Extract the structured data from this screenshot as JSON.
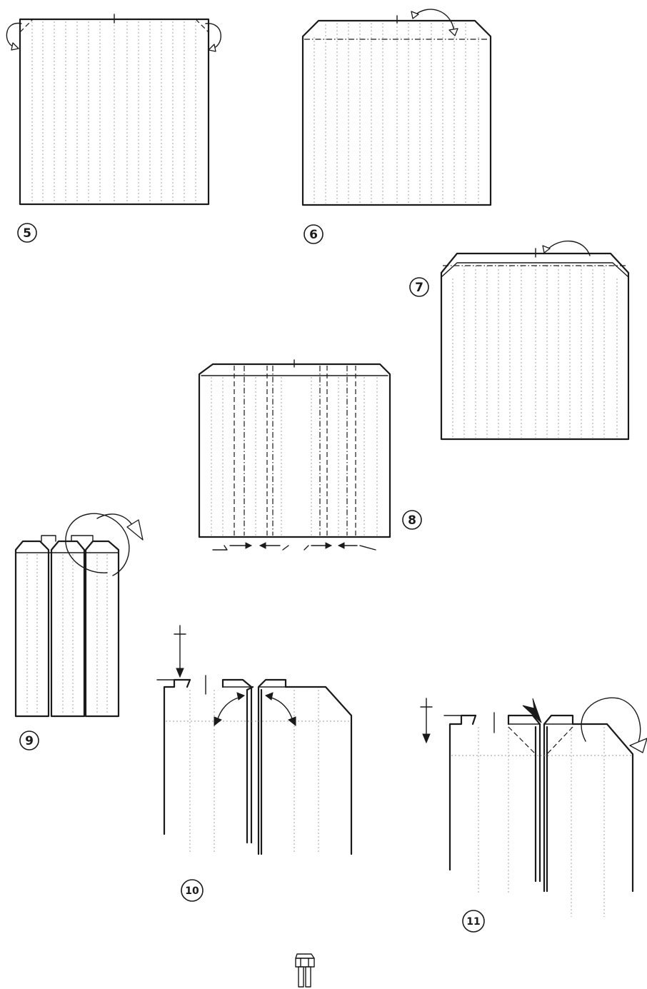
{
  "steps": [
    {
      "id": "5",
      "label": "5"
    },
    {
      "id": "6",
      "label": "6"
    },
    {
      "id": "7",
      "label": "7"
    },
    {
      "id": "8",
      "label": "8"
    },
    {
      "id": "9",
      "label": "9"
    },
    {
      "id": "10",
      "label": "10"
    },
    {
      "id": "11",
      "label": "11"
    }
  ]
}
